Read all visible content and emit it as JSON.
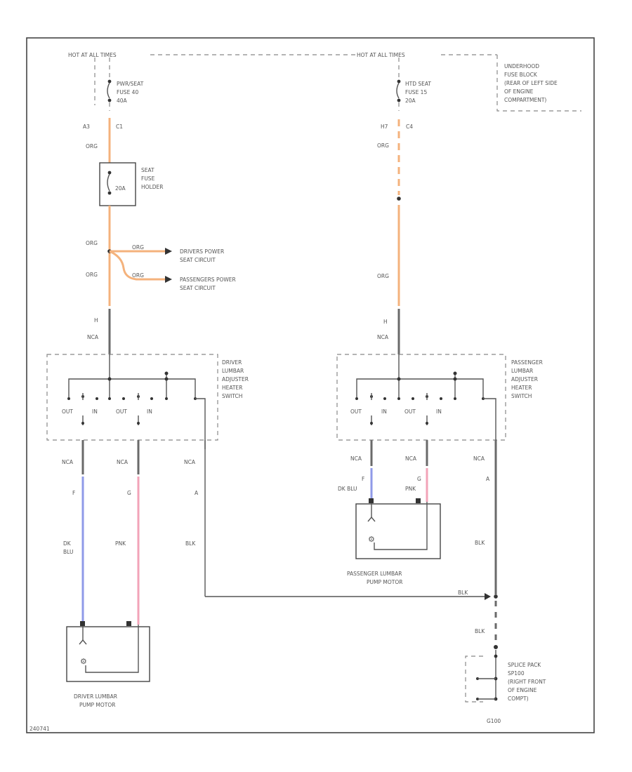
{
  "hot_left": "HOT AT ALL TIMES",
  "hot_right": "HOT AT ALL TIMES",
  "fuse_block": [
    "UNDERHOOD",
    "FUSE BLOCK",
    "(REAR OF LEFT SIDE",
    "OF ENGINE",
    "COMPARTMENT)"
  ],
  "fuse_left": [
    "PWR/SEAT",
    "FUSE 40",
    "40A"
  ],
  "fuse_right": [
    "HTD SEAT",
    "FUSE 15",
    "20A"
  ],
  "conn_left": [
    "A3",
    "C1"
  ],
  "conn_right": [
    "H7",
    "C4"
  ],
  "org": "ORG",
  "seat_fuse_holder": [
    "SEAT",
    "FUSE",
    "HOLDER"
  ],
  "seat_fuse_amp": "20A",
  "driver_power_seat": [
    "DRIVERS POWER",
    "SEAT CIRCUIT"
  ],
  "passenger_power_seat": [
    "PASSENGERS POWER",
    "SEAT CIRCUIT"
  ],
  "pin_h": "H",
  "nca": "NCA",
  "driver_switch": [
    "DRIVER",
    "LUMBAR",
    "ADJUSTER",
    "HEATER",
    "SWITCH"
  ],
  "passenger_switch": [
    "PASSENGER",
    "LUMBAR",
    "ADJUSTER",
    "HEATER",
    "SWITCH"
  ],
  "sw_out": "OUT",
  "sw_in": "IN",
  "pin_f": "F",
  "pin_g": "G",
  "pin_a": "A",
  "dk_blu": [
    "DK",
    "BLU"
  ],
  "dk_blu_inline": "DK BLU",
  "pnk": "PNK",
  "blk": "BLK",
  "passenger_motor": [
    "PASSENGER LUMBAR",
    "PUMP MOTOR"
  ],
  "driver_motor": [
    "DRIVER LUMBAR",
    "PUMP MOTOR"
  ],
  "splice": [
    "SPLICE PACK",
    "SP100",
    "(RIGHT FRONT",
    "OF ENGINE",
    "COMPT)"
  ],
  "ground": "G100",
  "fig_id": "240741"
}
